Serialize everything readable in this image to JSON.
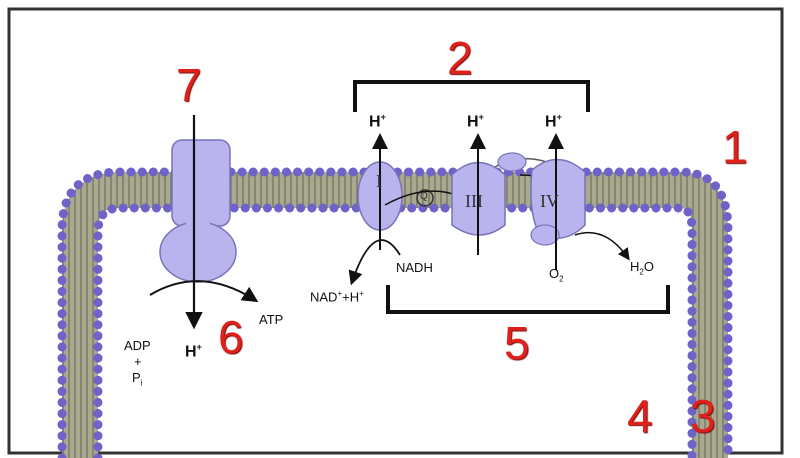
{
  "numbers": {
    "n1": "1",
    "n2": "2",
    "n3": "3",
    "n4": "4",
    "n5": "5",
    "n6": "6",
    "n7": "7"
  },
  "labels": {
    "h_base": "H",
    "h_sup": "+",
    "nadh": "NADH",
    "nad_base": "NAD",
    "nad_sup": "+",
    "nad_plus": "+H",
    "nad_sup2": "+",
    "o_base": "O",
    "o_sub": "2",
    "h2o_h": "H",
    "h2o_sub": "2",
    "h2o_o": "O",
    "adp": "ADP",
    "plus": "+",
    "p_base": "P",
    "p_sub": "i",
    "atp": "ATP"
  },
  "complexes": {
    "c1": "I",
    "c3": "III",
    "c4": "IV",
    "q": "Q"
  },
  "colors": {
    "number": "#e0201a",
    "protein": "#b9b3ee",
    "head": "#6f63c9",
    "membrane": "#9a9a7e"
  }
}
